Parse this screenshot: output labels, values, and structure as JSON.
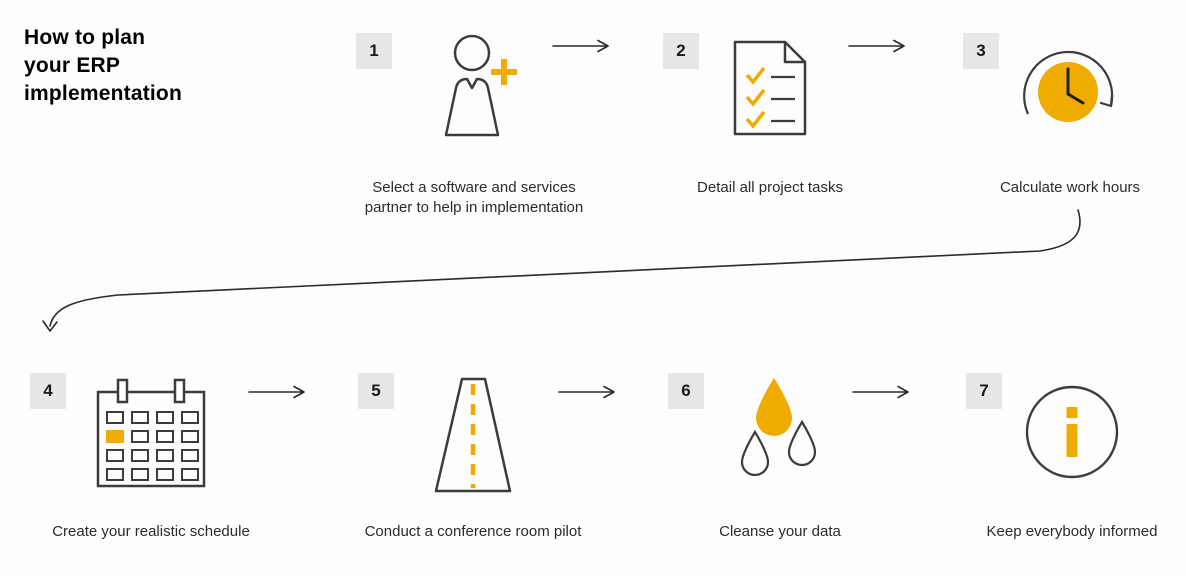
{
  "title": "How to plan\nyour ERP\nimplementation",
  "colors": {
    "background": "#FDFDFD",
    "accent": "#F0AB00",
    "badge_background": "#E7E7E7",
    "icon_stroke": "#3C3C3C",
    "text": "#2B2B2B"
  },
  "steps": [
    {
      "number": "1",
      "icon": "person-add-icon",
      "caption": "Select a software and services partner to help in implementation"
    },
    {
      "number": "2",
      "icon": "checklist-document-icon",
      "caption": "Detail all project tasks"
    },
    {
      "number": "3",
      "icon": "clock-hours-icon",
      "caption": "Calculate work hours"
    },
    {
      "number": "4",
      "icon": "calendar-schedule-icon",
      "caption": "Create your realistic schedule"
    },
    {
      "number": "5",
      "icon": "road-pilot-icon",
      "caption": "Conduct a conference room pilot"
    },
    {
      "number": "6",
      "icon": "water-drops-icon",
      "caption": "Cleanse your data"
    },
    {
      "number": "7",
      "icon": "info-icon",
      "caption": "Keep everybody informed"
    }
  ]
}
